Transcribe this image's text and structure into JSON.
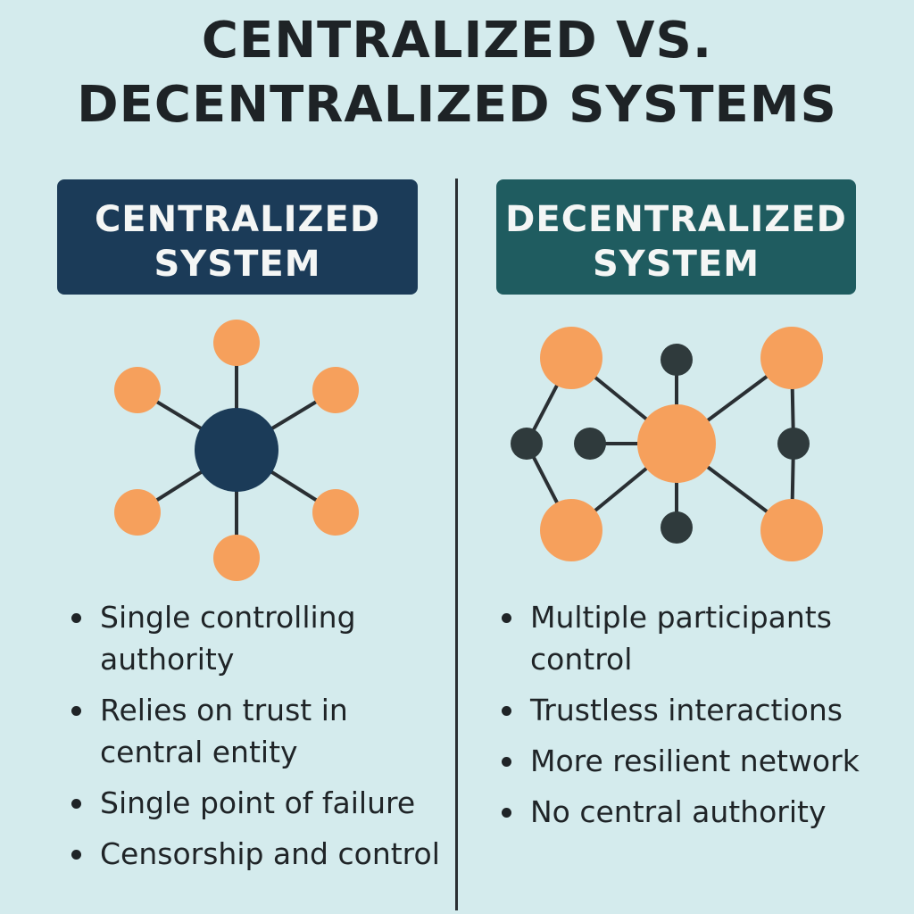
{
  "title": {
    "line1": "CENTRALIZED VS.",
    "line2": "DECENTRALIZED SYSTEMS"
  },
  "centralized": {
    "header_line1": "CENTRALIZED",
    "header_line2": "SYSTEM",
    "color": "#1b3b58",
    "bullets": [
      "Single controlling authority",
      "Relies on trust in central entity",
      "Single point of failure",
      "Censorship and control"
    ]
  },
  "decentralized": {
    "header_line1": "DECENTRALIZED",
    "header_line2": "SYSTEM",
    "color": "#1f5c60",
    "bullets": [
      "Multiple participants control",
      "Trustless interactions",
      "More resilient network",
      "No central authority"
    ]
  },
  "colors": {
    "background": "#d4ebed",
    "node_orange": "#f6a05c",
    "node_dark": "#2f3a3c",
    "hub_navy": "#1b3b58",
    "edge": "#2a2f33"
  }
}
